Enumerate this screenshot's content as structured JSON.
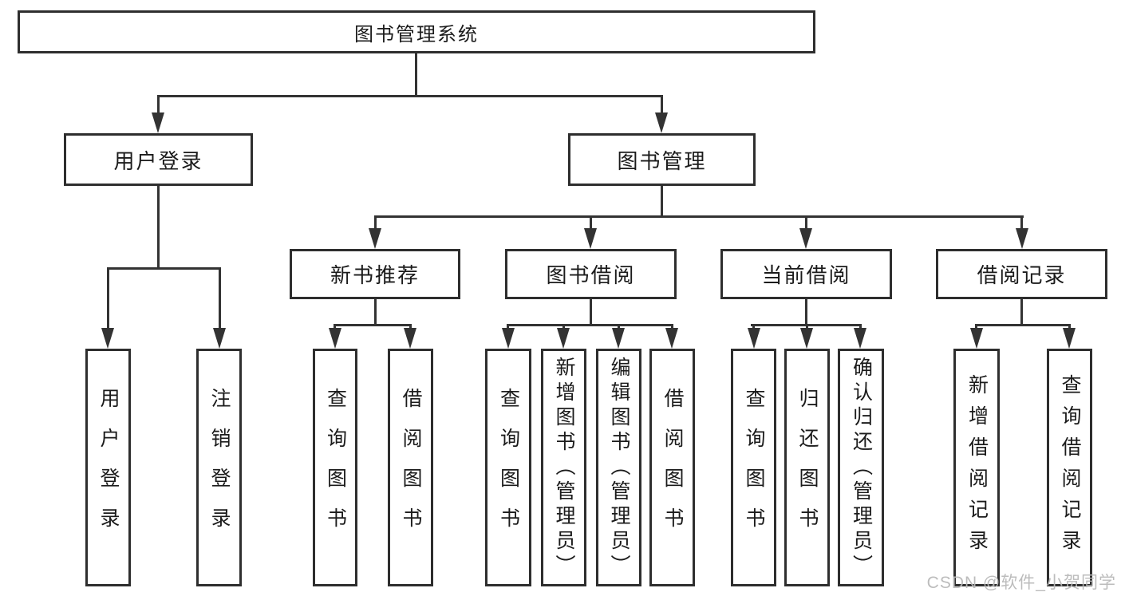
{
  "tree": {
    "root": {
      "label": "图书管理系统"
    },
    "branches": [
      {
        "label": "用户登录",
        "children": [
          {
            "label": "用户登录"
          },
          {
            "label": "注销登录"
          }
        ]
      },
      {
        "label": "图书管理",
        "children": [
          {
            "label": "新书推荐",
            "children": [
              {
                "label": "查询图书"
              },
              {
                "label": "借阅图书"
              }
            ]
          },
          {
            "label": "图书借阅",
            "children": [
              {
                "label": "查询图书"
              },
              {
                "label": "新增图书（管理员）"
              },
              {
                "label": "编辑图书（管理员）"
              },
              {
                "label": "借阅图书"
              }
            ]
          },
          {
            "label": "当前借阅",
            "children": [
              {
                "label": "查询图书"
              },
              {
                "label": "归还图书"
              },
              {
                "label": "确认归还（管理员）"
              }
            ]
          },
          {
            "label": "借阅记录",
            "children": [
              {
                "label": "新增借阅记录"
              },
              {
                "label": "查询借阅记录"
              }
            ]
          }
        ]
      }
    ]
  },
  "watermark": {
    "text": "CSDN @软件_小贺同学"
  },
  "colors": {
    "background": "#ffffff",
    "line": "#333333",
    "box_border": "#2e2e2e",
    "text": "#1b1b1b",
    "watermark": "#b8b8b8"
  }
}
